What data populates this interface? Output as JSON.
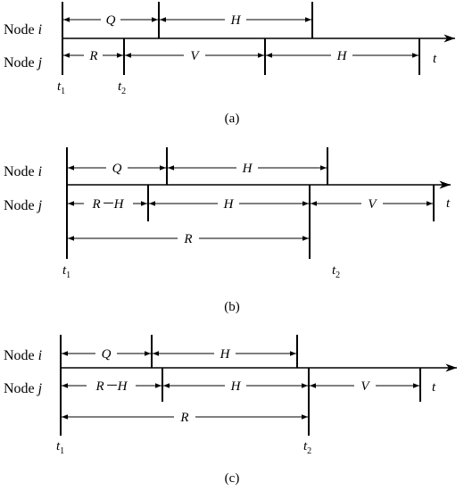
{
  "panels": [
    {
      "caption": "(a)",
      "row_labels": {
        "top": {
          "word": "Node",
          "var": "i"
        },
        "bottom": {
          "word": "Node",
          "var": "j"
        }
      },
      "axis_label": "t",
      "spans": {
        "top_1": "Q",
        "top_2": "H",
        "bottom_1": "R",
        "bottom_2": "V",
        "bottom_3": "H"
      },
      "times": [
        {
          "base": "t",
          "sub": "1"
        },
        {
          "base": "t",
          "sub": "2"
        }
      ]
    },
    {
      "caption": "(b)",
      "row_labels": {
        "top": {
          "word": "Node",
          "var": "i"
        },
        "bottom": {
          "word": "Node",
          "var": "j"
        }
      },
      "axis_label": "t",
      "spans": {
        "top_1": "Q",
        "top_2": "H",
        "bottom_1": "R－H",
        "bottom_2": "H",
        "bottom_3": "V",
        "long": "R"
      },
      "times": [
        {
          "base": "t",
          "sub": "1"
        },
        {
          "base": "t",
          "sub": "2"
        }
      ]
    },
    {
      "caption": "(c)",
      "row_labels": {
        "top": {
          "word": "Node",
          "var": "i"
        },
        "bottom": {
          "word": "Node",
          "var": "j"
        }
      },
      "axis_label": "t",
      "spans": {
        "top_1": "Q",
        "top_2": "H",
        "bottom_1": "R－H",
        "bottom_2": "H",
        "bottom_3": "V",
        "long": "R"
      },
      "times": [
        {
          "base": "t",
          "sub": "1"
        },
        {
          "base": "t",
          "sub": "2"
        }
      ]
    }
  ]
}
